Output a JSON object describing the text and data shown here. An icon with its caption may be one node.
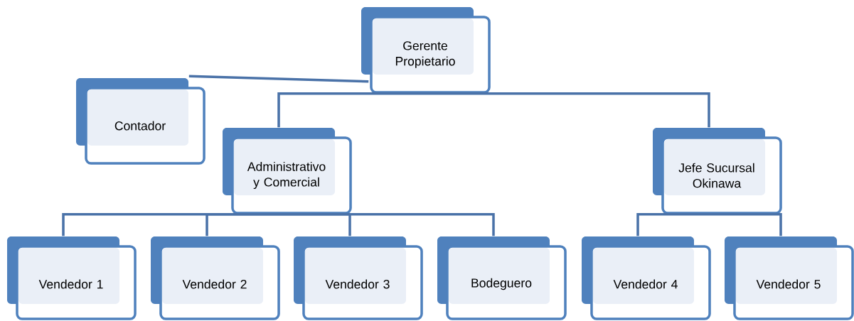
{
  "diagram": {
    "nodes": [
      {
        "text": [
          "Gerente Propietario"
        ]
      },
      {
        "text": [
          "Contador"
        ]
      },
      {
        "text": [
          "Administrativo y Comercial"
        ]
      },
      {
        "text": [
          "Jefe Sucursal Okinawa"
        ]
      },
      {
        "text": [
          "Vendedor 1"
        ]
      },
      {
        "text": [
          "Vendedor 2"
        ]
      },
      {
        "text": [
          "Vendedor 3"
        ]
      },
      {
        "text": [
          "Bodeguero"
        ]
      },
      {
        "text": [
          "Vendedor 4"
        ]
      },
      {
        "text": [
          "Vendedor 5"
        ]
      }
    ],
    "edges": [
      {
        "from": 0,
        "to": 1,
        "arrow": "none"
      },
      {
        "from": 0,
        "to": 2,
        "arrow": "none"
      },
      {
        "from": 0,
        "to": 3,
        "arrow": "none"
      },
      {
        "from": 2,
        "to": 4,
        "arrow": "none"
      },
      {
        "from": 2,
        "to": 5,
        "arrow": "none"
      },
      {
        "from": 2,
        "to": 6,
        "arrow": "none"
      },
      {
        "from": 2,
        "to": 7,
        "arrow": "none"
      },
      {
        "from": 3,
        "to": 8,
        "arrow": "none"
      },
      {
        "from": 3,
        "to": 9,
        "arrow": "none"
      }
    ]
  }
}
